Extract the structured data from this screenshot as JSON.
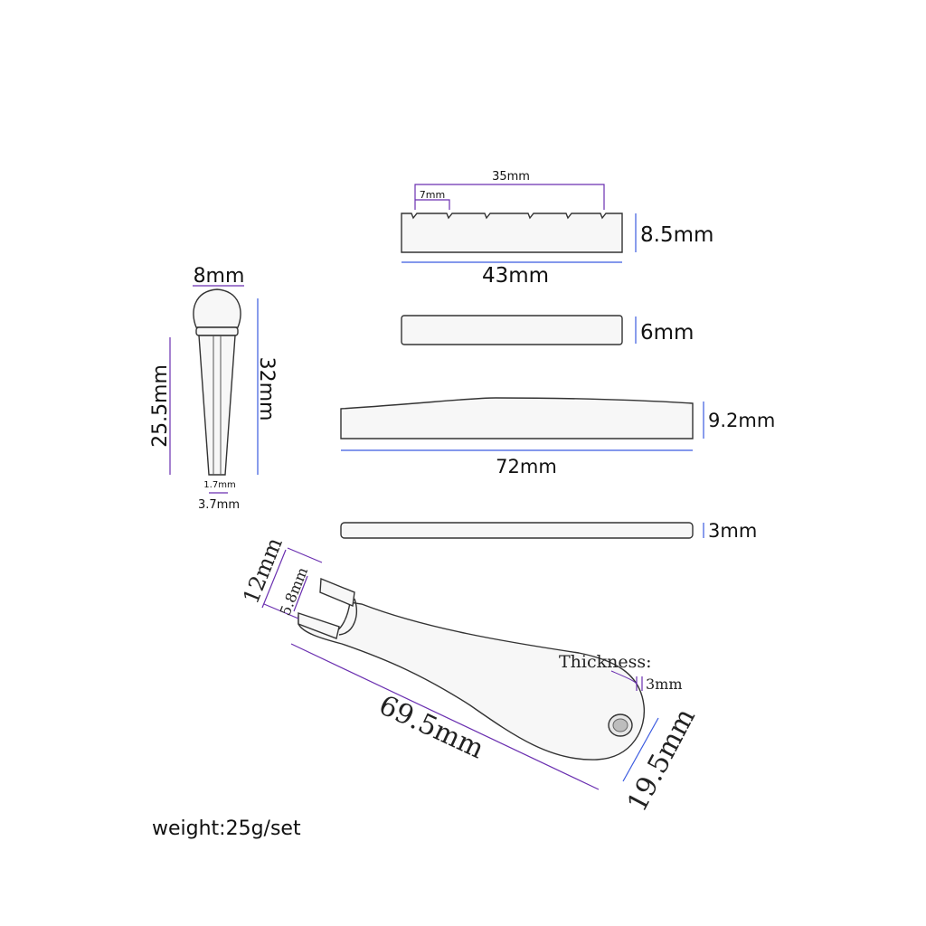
{
  "labels": {
    "pin_head_width": "8mm",
    "pin_shaft_length": "25.5mm",
    "pin_total_length": "32mm",
    "pin_tip_inner": "1.7mm",
    "pin_tip_outer": "3.7mm",
    "nut_slot_span": "35mm",
    "nut_slot_gap": "7mm",
    "nut_height": "8.5mm",
    "nut_length": "43mm",
    "nut_blank_height": "6mm",
    "saddle_height": "9.2mm",
    "saddle_length": "72mm",
    "shim_thickness": "3mm",
    "puller_width": "12mm",
    "puller_slot": "5.8mm",
    "puller_length": "69.5mm",
    "puller_end_width": "19.5mm",
    "thickness_label": "Thickness:",
    "thickness_value": "3mm",
    "weight": "weight:25g/set"
  },
  "colors": {
    "dimension_line": "#6a2fb0",
    "dimension_line_blue": "#3a5ae0",
    "outline": "#333333"
  }
}
